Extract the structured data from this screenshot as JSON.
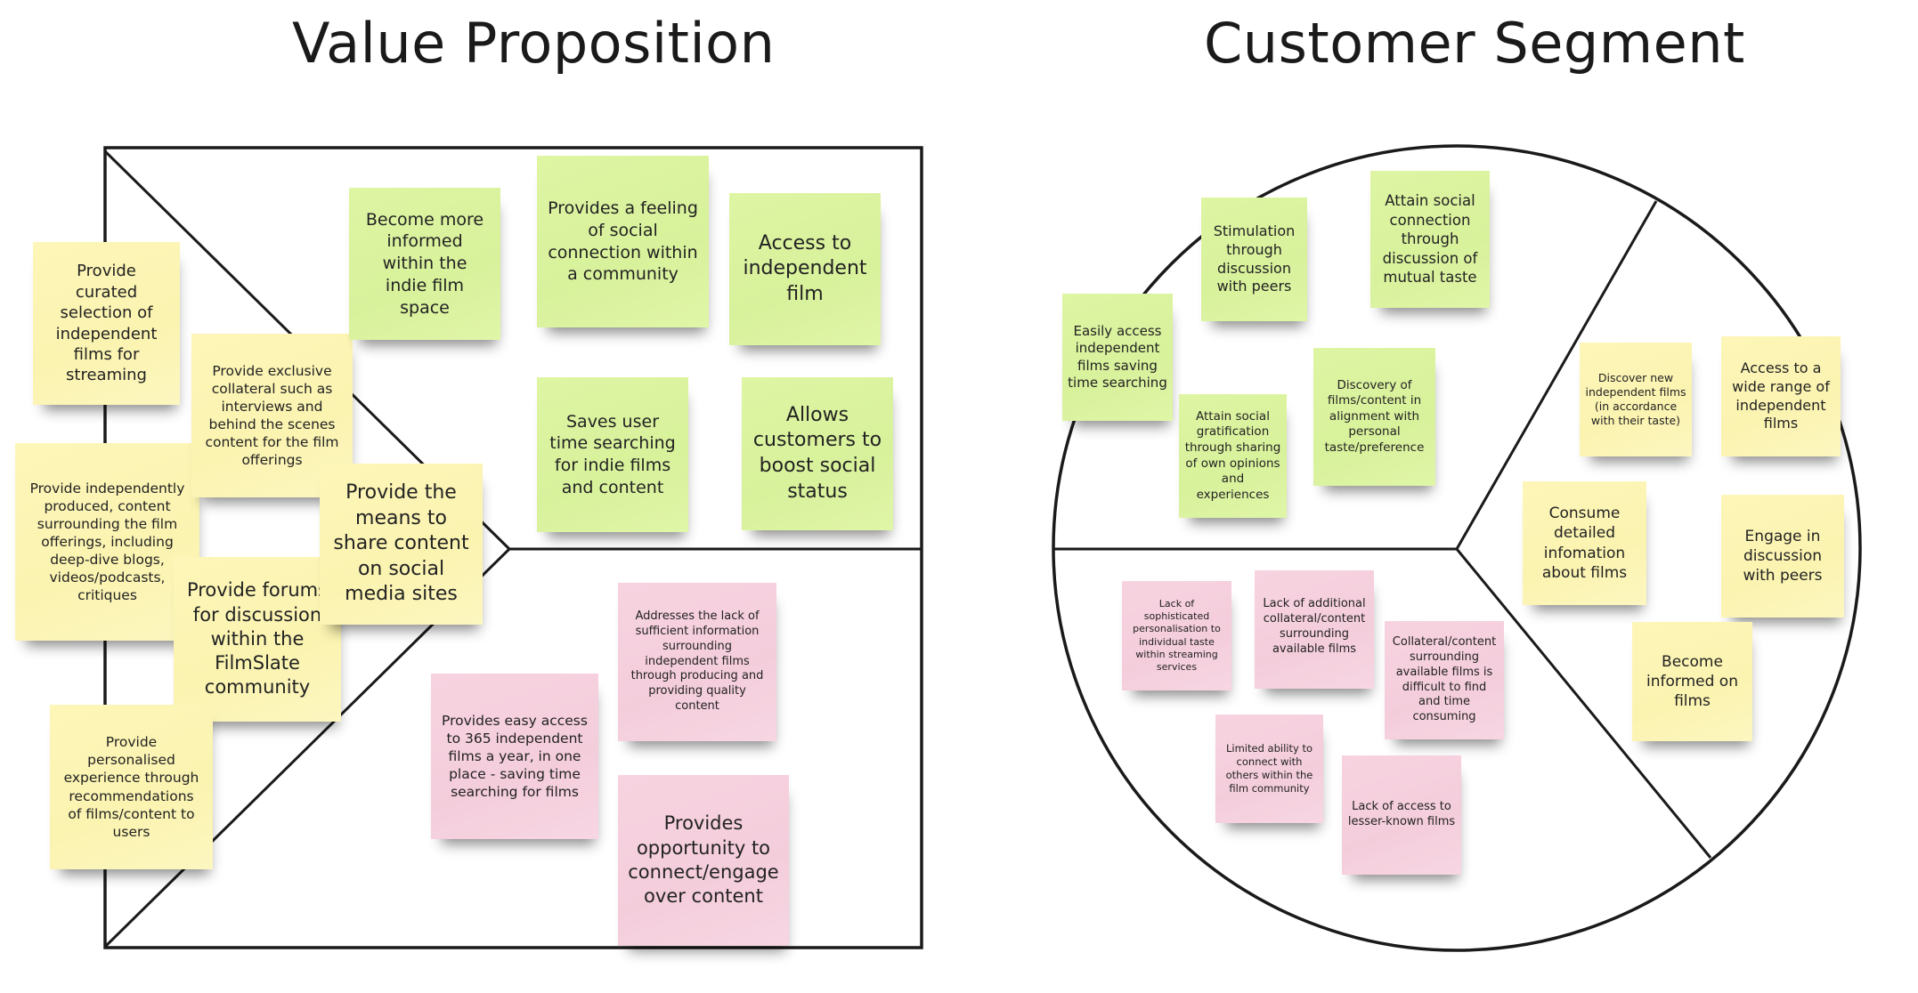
{
  "titles": {
    "value_proposition": "Value Proposition",
    "customer_segment": "Customer Segment"
  },
  "colors": {
    "yellow_note": "#fbf3b0",
    "green_note": "#d8f19b",
    "pink_note": "#f4cddb",
    "line": "#1a1a1a"
  },
  "value_proposition": {
    "products_services": [
      "Provide curated selection of independent films for streaming",
      "Provide exclusive collateral such as interviews and behind the scenes content for the film offerings",
      "Provide independently produced, content surrounding the film offerings, including deep-dive blogs, videos/podcasts, critiques",
      "Provide the means to share content on social media sites",
      "Provide forums for discussion within the FilmSlate community",
      "Provide personalised experience through recommendations of films/content to users"
    ],
    "gain_creators": [
      "Become more informed within the indie film space",
      "Provides a feeling of social connection within a community",
      "Access to independent film",
      "Saves user time searching for indie films and content",
      "Allows customers to boost social status"
    ],
    "pain_relievers": [
      "Provides easy access to 365 independent films a year, in one place - saving time searching for films",
      "Addresses the lack of sufficient information surrounding independent films through producing and providing quality content",
      "Provides opportunity to connect/engage over content"
    ]
  },
  "customer_segment": {
    "gains": [
      "Easily access independent films saving time searching",
      "Stimulation through discussion with peers",
      "Attain social connection through discussion of mutual taste",
      "Attain social gratification through sharing of own opinions and experiences",
      "Discovery of films/content in alignment with personal taste/preference"
    ],
    "customer_jobs": [
      "Discover new independent films\n(in accordance with their taste)",
      "Access to a wide range of independent films",
      "Consume detailed infomation about films",
      "Engage in discussion with peers",
      "Become informed on films"
    ],
    "pains": [
      "Lack of sophisticated personalisation to individual taste within streaming services",
      "Lack of additional collateral/content surrounding available films",
      "Collateral/content surrounding available films is difficult to find and time consuming",
      "Limited ability to connect with others within the film community",
      "Lack of access to lesser-known films"
    ]
  }
}
